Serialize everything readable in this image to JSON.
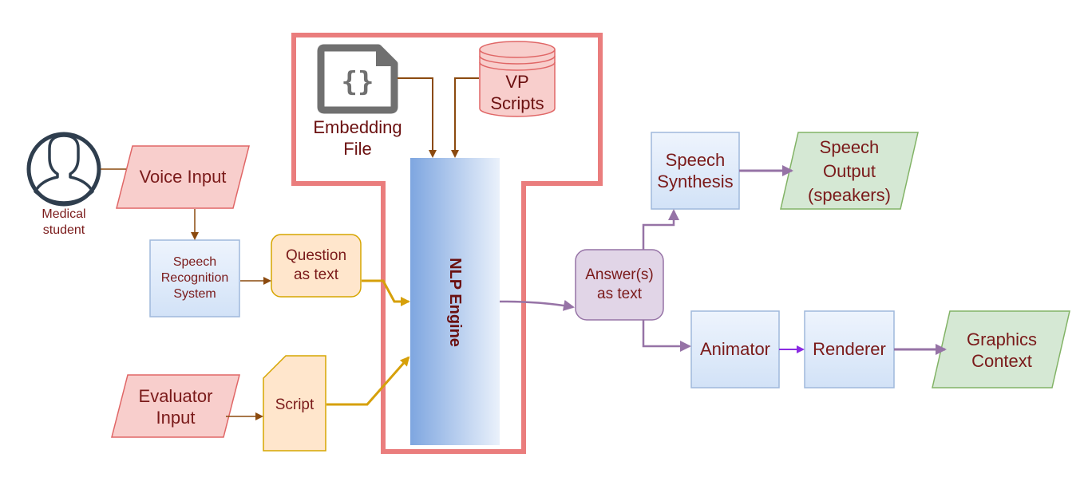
{
  "nodes": {
    "user": {
      "label": "Medical\nstudent"
    },
    "voice_input": {
      "label": "Voice Input"
    },
    "speech_recognition": {
      "label": "Speech\nRecognition\nSystem"
    },
    "question_as_text": {
      "label": "Question\nas text"
    },
    "evaluator_input": {
      "label": "Evaluator\nInput"
    },
    "script": {
      "label": "Script"
    },
    "embedding_file": {
      "label": "Embedding\nFile",
      "icon": "json-file-icon"
    },
    "vp_scripts": {
      "label": "VP\nScripts",
      "icon": "database-icon"
    },
    "nlp_engine": {
      "label": "NLP Engine"
    },
    "answers_as_text": {
      "label": "Answer(s)\nas text"
    },
    "speech_synthesis": {
      "label": "Speech\nSynthesis"
    },
    "speech_output": {
      "label": "Speech\nOutput\n(speakers)"
    },
    "animator": {
      "label": "Animator"
    },
    "renderer": {
      "label": "Renderer"
    },
    "graphics_context": {
      "label": "Graphics\nContext"
    }
  },
  "colors": {
    "pink_fill": "#f8cecc",
    "pink_stroke": "#e06666",
    "blue_fill": "#dae8fc",
    "blue_stroke": "#9fb8dc",
    "orange_fill": "#ffe6cc",
    "orange_stroke": "#d6a500",
    "purple_fill": "#e1d5e7",
    "purple_stroke": "#9673a6",
    "green_fill": "#d5e8d4",
    "green_stroke": "#82b366",
    "brown_arrow": "#8b4a0f",
    "gold_arrow": "#d6a00a",
    "purple_arrow": "#9673a6",
    "violet_arrow": "#8a2be2",
    "container": "#ea7d7d"
  }
}
